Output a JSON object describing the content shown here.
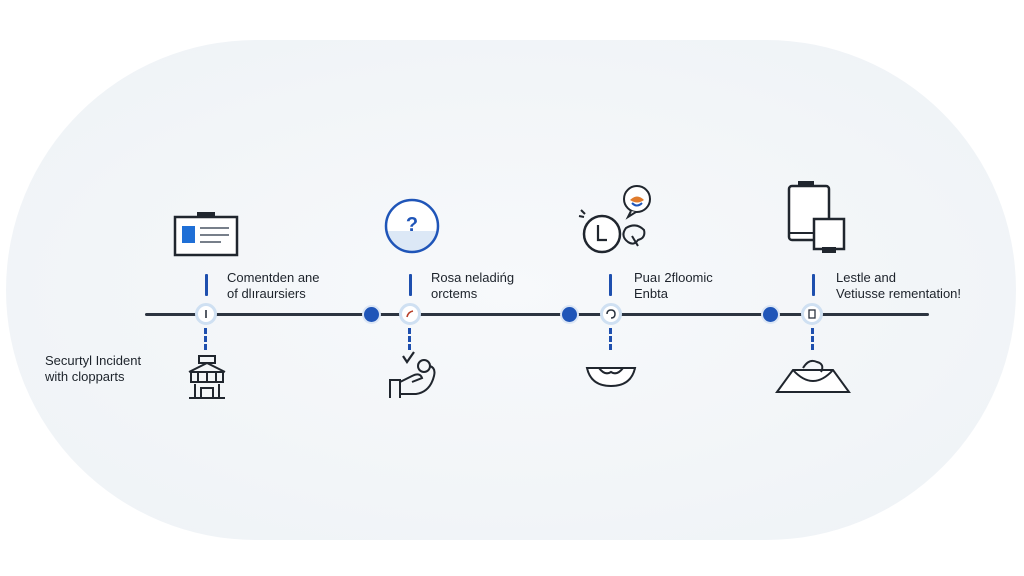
{
  "colors": {
    "accent": "#1f55b8",
    "line": "#2c3440",
    "node_ring": "#cfe0f2"
  },
  "stages": [
    {
      "label_above": "Comentden ane\nof dlıraursiers",
      "icon_above": "id-card-icon",
      "node_icon": "info-icon",
      "icon_below": "network-device-icon"
    },
    {
      "label_above": "Rosa neladińg\norctems",
      "icon_above": "question-circle-icon",
      "node_icon": "arrow-icon",
      "icon_below": "hand-check-icon"
    },
    {
      "label_above": "Puaı 2floomic\nEnbta",
      "icon_above": "clock-chat-icon",
      "node_icon": "refresh-icon",
      "icon_below": "bowl-icon"
    },
    {
      "label_above": "Lestle and\nVetiusse rementation!",
      "icon_above": "devices-icon",
      "node_icon": "document-icon",
      "icon_below": "tray-icon"
    }
  ],
  "side_label": "Securtyl Incident\nwith clopparts"
}
